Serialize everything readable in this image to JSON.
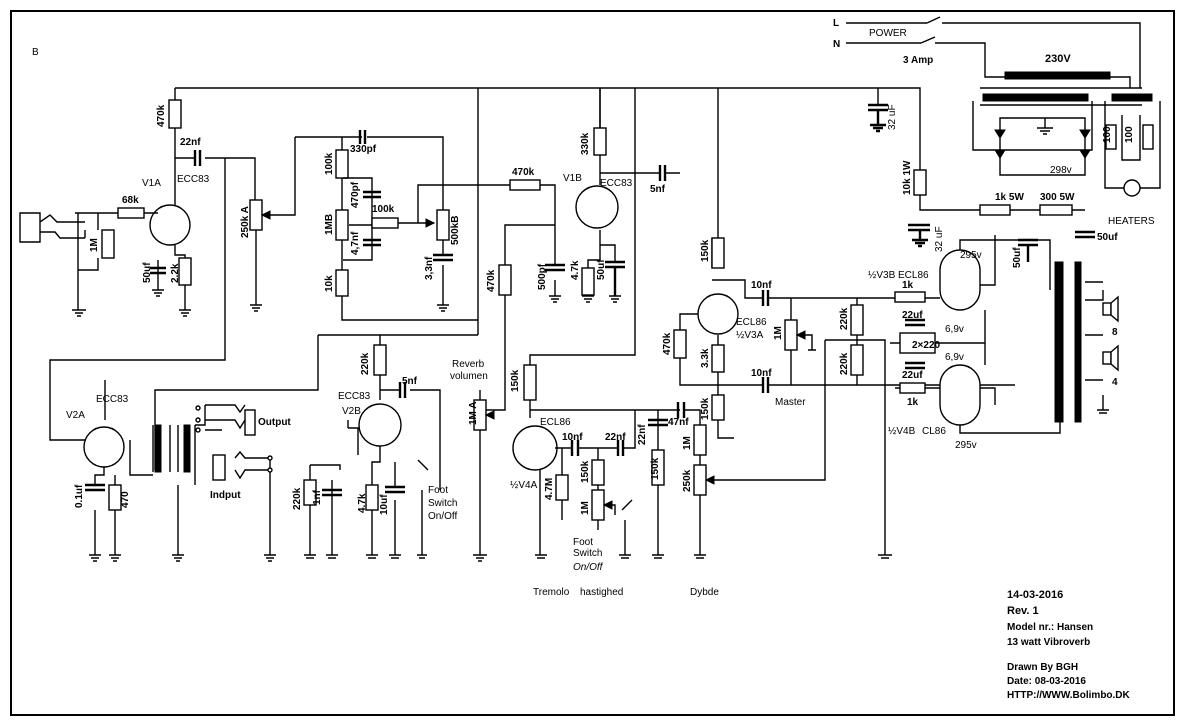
{
  "sheet": {
    "letter": "B"
  },
  "mains": {
    "line": "L",
    "neutral": "N",
    "power": "POWER",
    "fuse": "3 Amp",
    "primary": "230V",
    "secondary": "298v",
    "heaters": "HEATERS",
    "heater_r1": "100",
    "heater_r2": "100"
  },
  "tubes": {
    "v1a": "V1A",
    "v1a_type": "ECC83",
    "v1b": "V1B",
    "v1b_type": "ECC83",
    "v2a": "V2A",
    "v2a_type": "ECC83",
    "v2b_type": "ECC83",
    "v2b": "V2B",
    "v3a": "½V3A",
    "v3a_type": "ECL86",
    "v3b": "½V3B",
    "v3b_type": "ECL86",
    "v4a": "½V4A",
    "v4a_type": "ECL86",
    "v4b": "½V4B",
    "v4b_type": "CL86"
  },
  "components": {
    "r470k_a": "470k",
    "c22nf_a": "22nf",
    "r68k": "68k",
    "r1m_in": "1M",
    "c50uf_a": "50uf",
    "r2k2": "2.2k",
    "p250k_a": "250k A",
    "r100k_a": "100k",
    "c330pf": "330pf",
    "c470pf": "470pf",
    "p1m_b": "1MB",
    "c4n7": "4,7nf",
    "r100k_b": "100k",
    "r10k": "10k",
    "p500k_b": "500kB",
    "c3n3": "3,3nf",
    "r470k_b": "470k",
    "r470k_c": "470k",
    "r330k": "330k",
    "c5nf_a": "5nf",
    "c500pf": "500pf",
    "r4k7_a": "4.7k",
    "c50uf_b": "50uf",
    "r10k1w": "10k 1W",
    "c32uf_a": "32 uF",
    "c32uf_b": "32 uF",
    "r1k5w": "1k 5W",
    "r300_5w": "300 5W",
    "c50uf_c": "50uf",
    "c50uf_d": "50uf",
    "r150k_a": "150k",
    "c10nf_a": "10nf",
    "r1k_a": "1k",
    "r470k_d": "470k",
    "r3k3": "3.3k",
    "p1m_master": "1M",
    "r220k_a": "220k",
    "r220k_b": "220k",
    "c10nf_b": "10nf",
    "r150k_b": "150k",
    "c22uf_a": "22uf",
    "c22uf_b": "22uf",
    "v69_a": "6,9v",
    "v69_b": "6,9v",
    "r2x220": "2×220",
    "r1k_b": "1k",
    "v295_a": "295v",
    "v295_b": "295v",
    "out8": "8",
    "out4": "4",
    "c01uf": "0.1uf",
    "r470": "470",
    "r220k_c": "220k",
    "c5nf_b": "5nf",
    "p1ma": "1M A",
    "r220k_d": "220k",
    "c1nf": "1nf",
    "r4k7_b": "4.7k",
    "c10uf": "10uf",
    "r150k_c": "150k",
    "c10nf_c": "10nf",
    "c22nf_b": "22nf",
    "r150k_d": "150k",
    "r4m7": "4.7M",
    "p1m_speed": "1M",
    "c47nf": "47nf",
    "c22nf_c": "22nf",
    "r150k_e": "150k",
    "r1m_depth": "1M",
    "p250k_depth": "250k"
  },
  "labels": {
    "output": "Output",
    "input": "Indput",
    "reverb1": "Reverb",
    "reverb2": "volumen",
    "master": "Master",
    "fs_a1": "Foot",
    "fs_a2": "Switch",
    "fs_a3": "On/Off",
    "fs_b1": "Foot",
    "fs_b2": "Switch",
    "fs_b3": "On/Off",
    "tremolo": "Tremolo",
    "speed": "hastighed",
    "depth": "Dybde"
  },
  "title_block": {
    "date": "14-03-2016",
    "rev": "Rev. 1",
    "model": "Model nr.: Hansen",
    "product": "13 watt Vibroverb",
    "drawn_by": "Drawn By BGH",
    "drawn_date": "Date: 08-03-2016",
    "url": "HTTP://WWW.Bolimbo.DK"
  }
}
